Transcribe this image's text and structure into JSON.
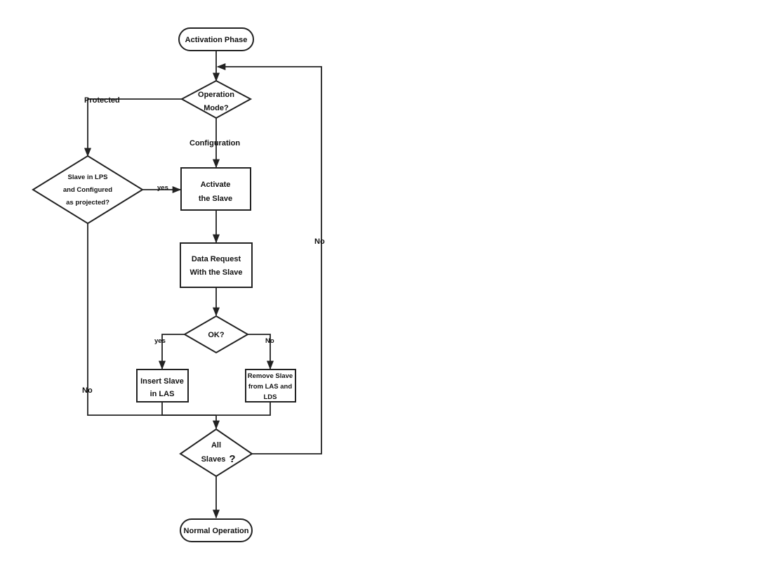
{
  "nodes": {
    "activation_phase": "Activation Phase",
    "operation_mode": [
      "Operation",
      "Mode?"
    ],
    "slave_in_lps": [
      "Slave in LPS",
      "and Configured",
      "as projected?"
    ],
    "activate_slave": [
      "Activate",
      "the Slave"
    ],
    "data_request": [
      "Data Request",
      "With the Slave"
    ],
    "ok": "OK?",
    "insert_slave": [
      "Insert Slave",
      "in LAS"
    ],
    "remove_slave": [
      "Remove Slave",
      "from LAS and",
      "LDS"
    ],
    "all_slaves": [
      "All",
      "Slaves",
      "?"
    ],
    "normal_operation": "Normal Operation"
  },
  "edge_labels": {
    "protected": "Protected",
    "configuration": "Configuration",
    "lps_yes": "yes",
    "ok_yes": "yes",
    "ok_no": "No",
    "lps_no": "No",
    "all_no": "No"
  }
}
